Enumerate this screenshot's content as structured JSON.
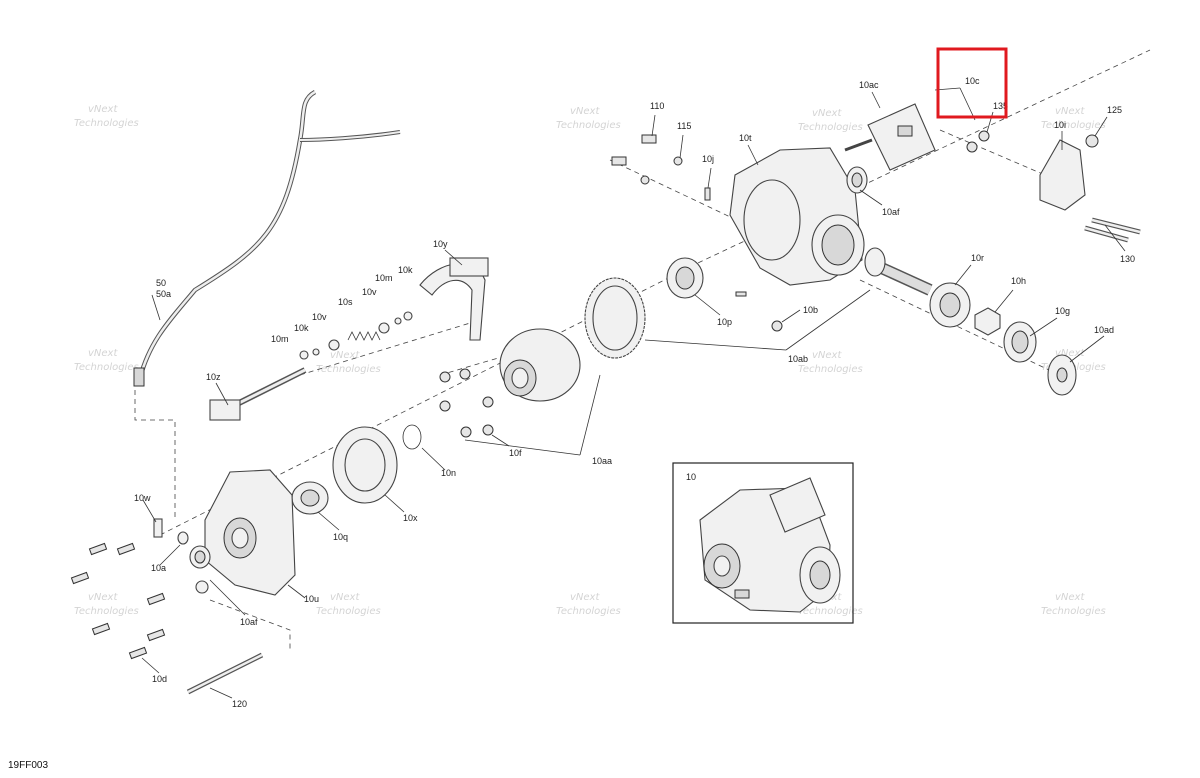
{
  "diagram": {
    "figure_id": "19FF003",
    "watermark_line1": "vNext",
    "watermark_line2": "Technologies",
    "callouts": {
      "c10c": "10c",
      "c10ac": "10ac",
      "c135": "135",
      "c125": "125",
      "c10i": "10i",
      "c110": "110",
      "c115": "115",
      "c10j": "10j",
      "c10t": "10t",
      "c10af_r": "10af",
      "c130": "130",
      "c10y": "10y",
      "c10r": "10r",
      "c10h": "10h",
      "c10g": "10g",
      "c10ad": "10ad",
      "c10p": "10p",
      "c10b": "10b",
      "c10ab": "10ab",
      "c50": "50",
      "c50a": "50a",
      "c10k_t": "10k",
      "c10m_t": "10m",
      "c10v_t": "10v",
      "c10s": "10s",
      "c10v_l": "10v",
      "c10k_l": "10k",
      "c10m_l": "10m",
      "c10z": "10z",
      "c10n": "10n",
      "c10f": "10f",
      "c10aa": "10aa",
      "c10x": "10x",
      "c10q": "10q",
      "c10w": "10w",
      "c10a": "10a",
      "c10u": "10u",
      "c10af_l": "10af",
      "c10d": "10d",
      "c120": "120",
      "c10_inset": "10"
    },
    "highlight": {
      "target": "10c",
      "color": "#e0191f"
    }
  }
}
